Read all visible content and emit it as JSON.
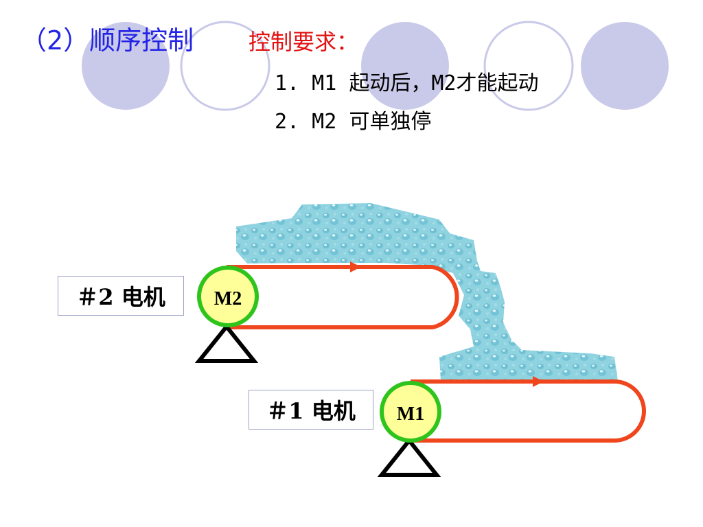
{
  "title": "（2）顺序控制",
  "requirements": {
    "heading": "控制要求：",
    "items": [
      "1. M1 起动后，M2才能起动",
      "2. M2 可单独停"
    ]
  },
  "motors": [
    {
      "tag": "M2",
      "label": "＃2 电机"
    },
    {
      "tag": "M1",
      "label": "＃1 电机"
    }
  ],
  "colors": {
    "title": "#2323e6",
    "heading": "#e21010",
    "belt": "#f0461e",
    "motor_ring": "#2fc41c",
    "motor_fill": "#ffff9a",
    "decor_circle": "#c9c9e9",
    "water": "#8dd3e1"
  }
}
